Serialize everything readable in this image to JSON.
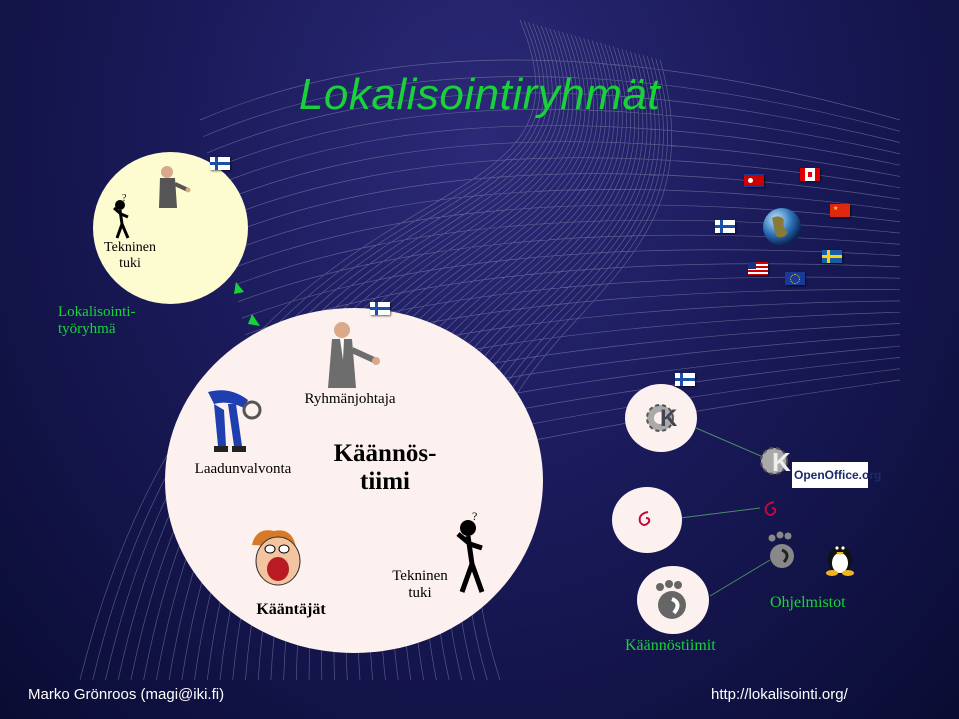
{
  "title": "Lokalisointiryhmät",
  "small_group": {
    "support_label_1": "Tekninen",
    "support_label_2": "tuki"
  },
  "loc_group_label_1": "Lokalisointi-",
  "loc_group_label_2": "työryhmä",
  "team": {
    "leader": "Ryhmänjohtaja",
    "qa": "Laadunvalvonta",
    "title_1": "Käännös-",
    "title_2": "tiimi",
    "translators": "Kääntäjät",
    "support_1": "Tekninen",
    "support_2": "tuki"
  },
  "teams_label": "Käännöstiimit",
  "software_label": "Ohjelmistot",
  "openoffice_logo": "OpenOffice.org",
  "footer": {
    "author": "Marko Grönroos (magi@iki.fi)",
    "url": "http://lokalisointi.org/"
  },
  "colors": {
    "accent": "#19d23a",
    "small_circle": "#fdfbd0",
    "big_circle": "#fdf1ef"
  }
}
